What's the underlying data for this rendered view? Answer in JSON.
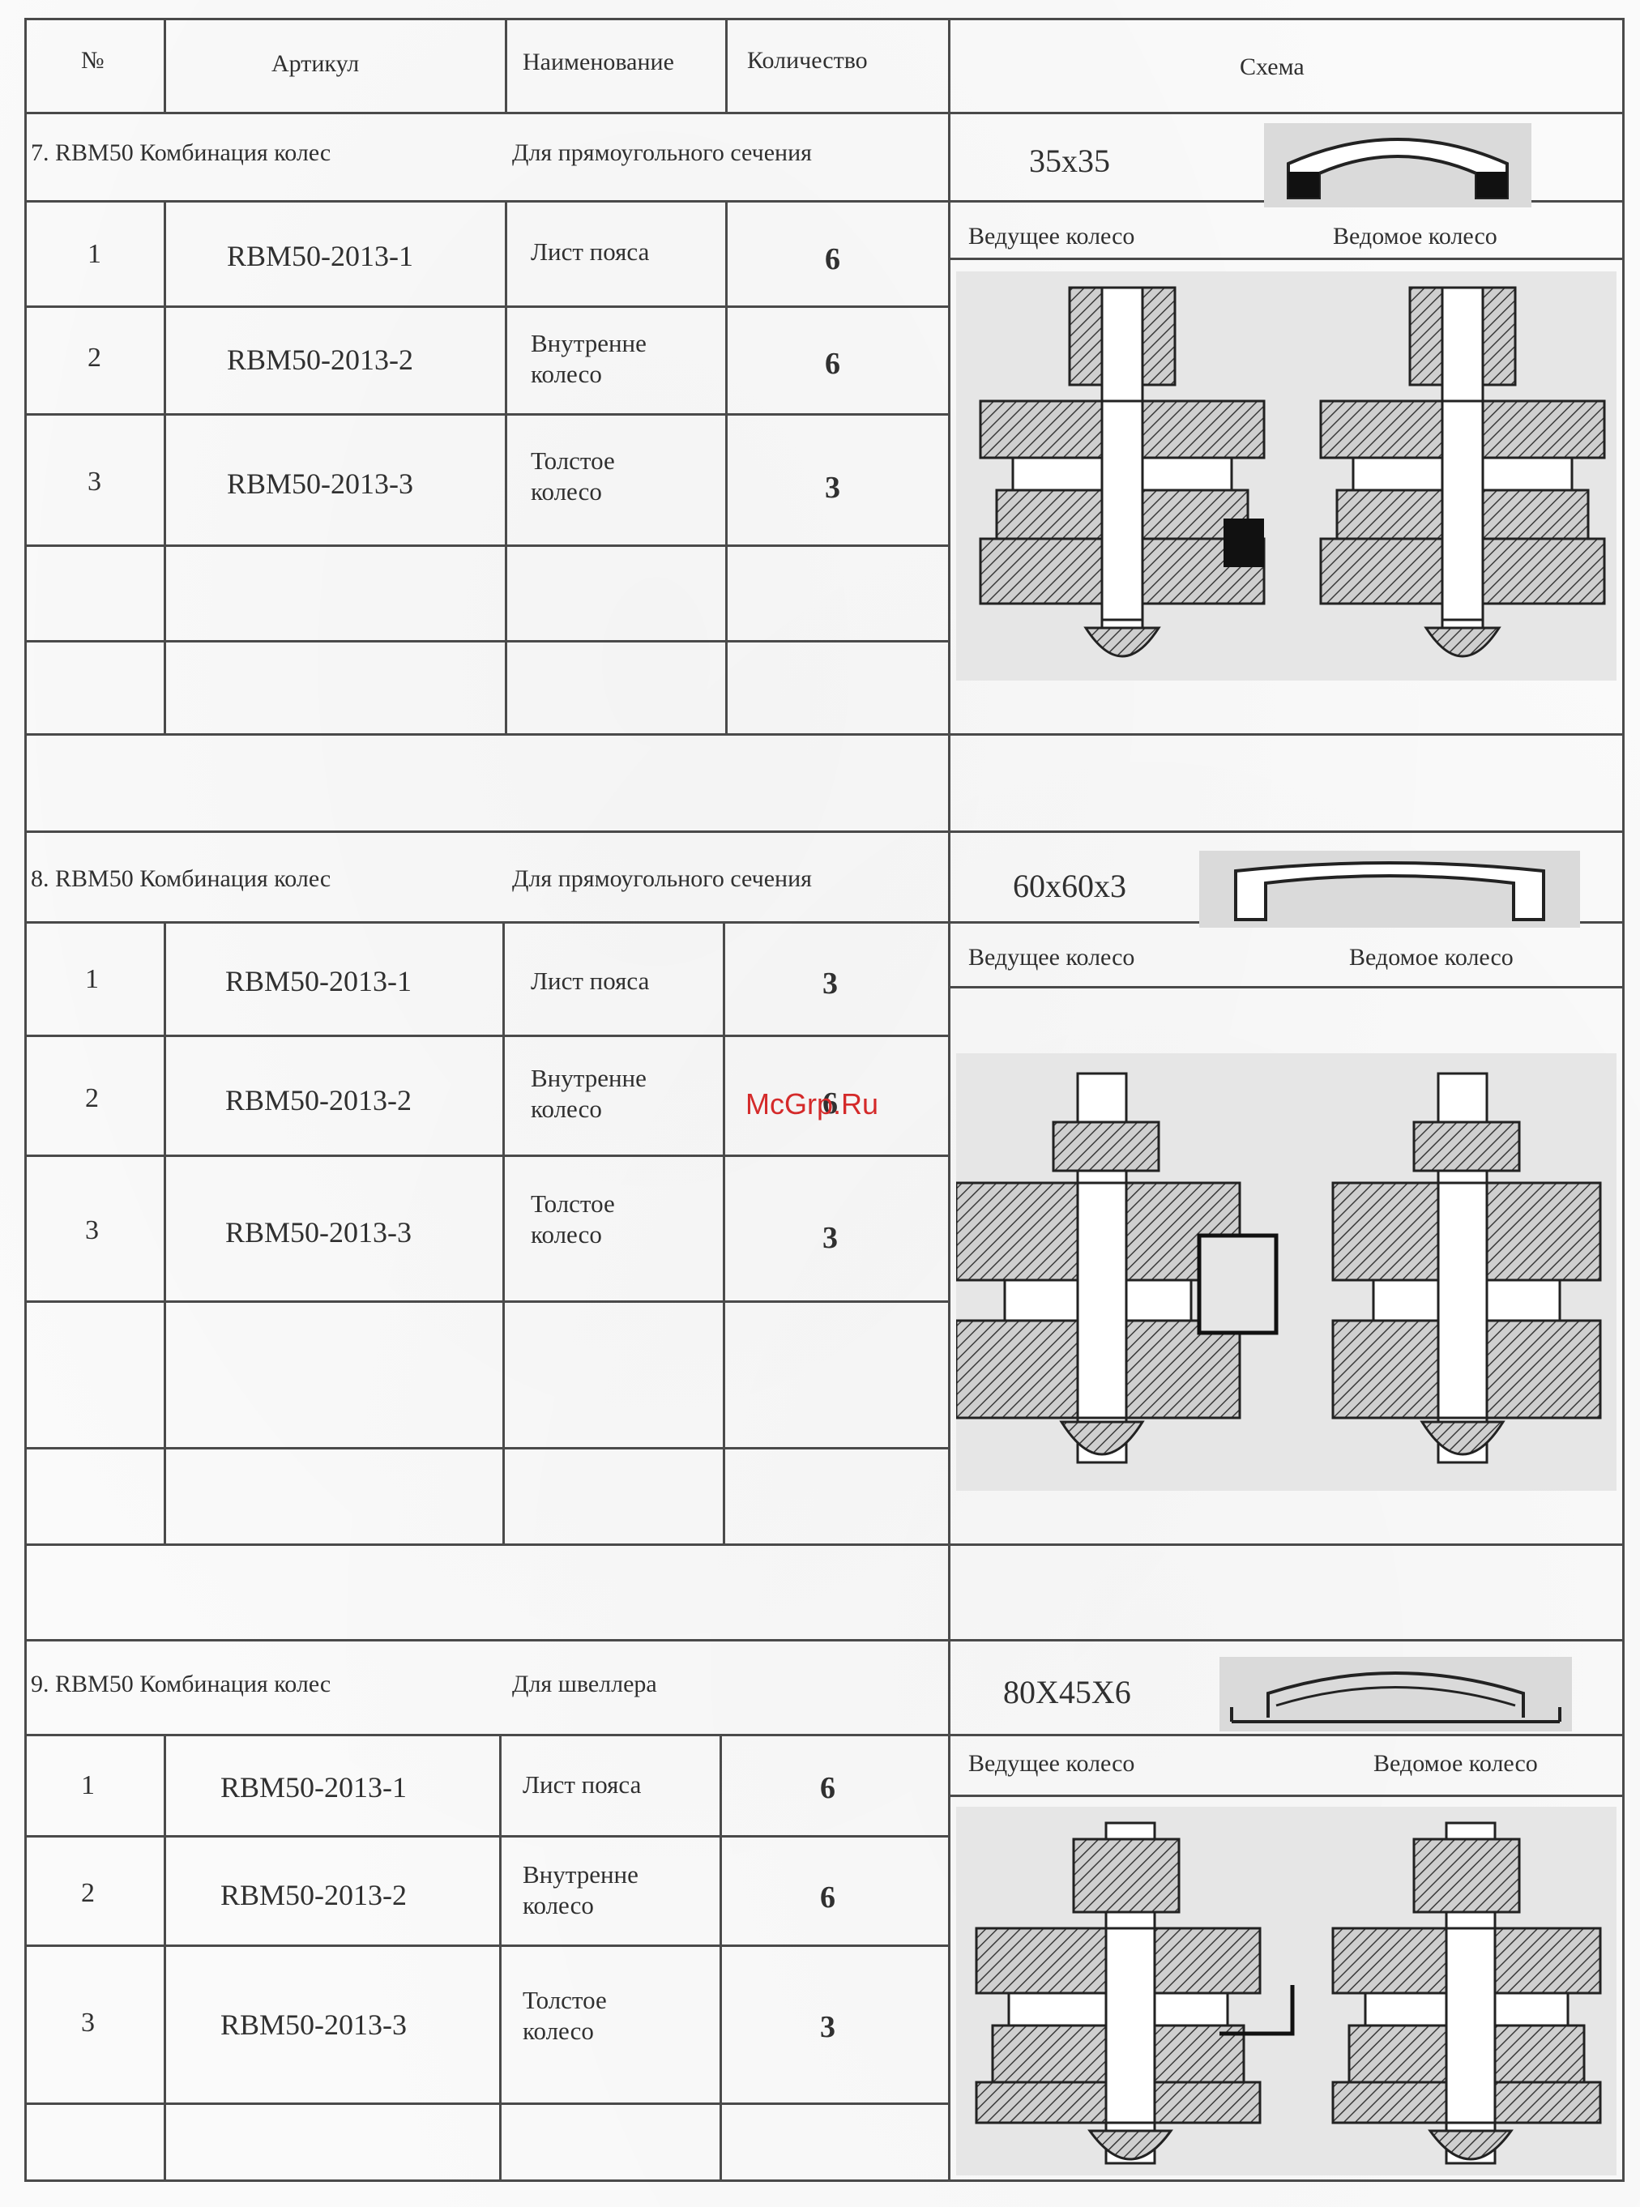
{
  "header": {
    "no": "№",
    "article": "Артикул",
    "name": "Наименование",
    "qty": "Количество",
    "scheme": "Схема"
  },
  "watermark": "McGrp.Ru",
  "sections": [
    {
      "title": "7. RBM50 Комбинация колес",
      "subtitle": "Для прямоугольного сечения",
      "dimension": "35x35",
      "drive_wheel": "Ведущее колесо",
      "driven_wheel": "Ведомое колесо",
      "rows": [
        {
          "no": "1",
          "article": "RBM50-2013-1",
          "name": "Лист пояса",
          "qty": "6"
        },
        {
          "no": "2",
          "article": "RBM50-2013-2",
          "name": "Внутренне колесо",
          "qty": "6"
        },
        {
          "no": "3",
          "article": "RBM50-2013-3",
          "name": "Толстое колесо",
          "qty": "3"
        }
      ]
    },
    {
      "title": "8. RBM50 Комбинация колес",
      "subtitle": "Для прямоугольного сечения",
      "dimension": "60x60x3",
      "drive_wheel": "Ведущее колесо",
      "driven_wheel": "Ведомое колесо",
      "rows": [
        {
          "no": "1",
          "article": "RBM50-2013-1",
          "name": "Лист пояса",
          "qty": "3"
        },
        {
          "no": "2",
          "article": "RBM50-2013-2",
          "name": "Внутренне колесо",
          "qty": "6"
        },
        {
          "no": "3",
          "article": "RBM50-2013-3",
          "name": "Толстое колесо",
          "qty": "3"
        }
      ]
    },
    {
      "title": "9. RBM50 Комбинация колес",
      "subtitle": "Для швеллера",
      "dimension": "80X45X6",
      "drive_wheel": "Ведущее колесо",
      "driven_wheel": "Ведомое колесо",
      "rows": [
        {
          "no": "1",
          "article": "RBM50-2013-1",
          "name": "Лист пояса",
          "qty": "6"
        },
        {
          "no": "2",
          "article": "RBM50-2013-2",
          "name": "Внутренне колесо",
          "qty": "6"
        },
        {
          "no": "3",
          "article": "RBM50-2013-3",
          "name": "Толстое колесо",
          "qty": "3"
        }
      ]
    }
  ]
}
